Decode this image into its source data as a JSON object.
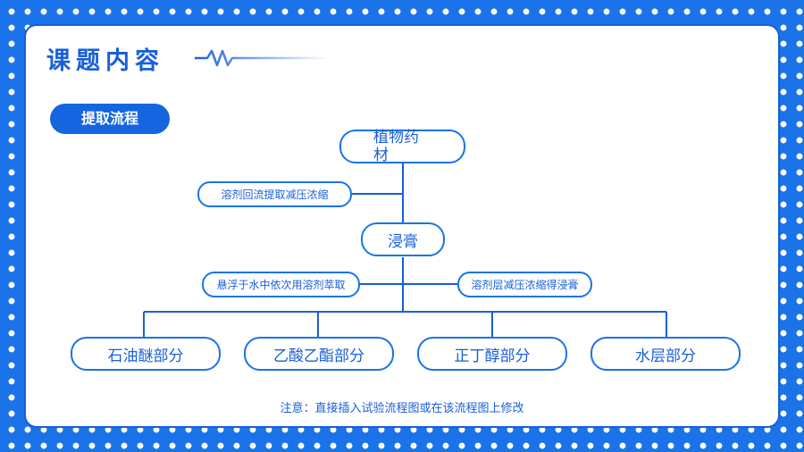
{
  "header": {
    "title": "课题内容"
  },
  "section": {
    "label": "提取流程"
  },
  "flow": {
    "root": "植物药材",
    "step1": "溶剂回流提取减压浓缩",
    "extract": "浸膏",
    "step2_left": "悬浮于水中依次用溶剂萃取",
    "step2_right": "溶剂层减压浓缩得浸膏",
    "fractions": [
      "石油醚部分",
      "乙酸乙酯部分",
      "正丁醇部分",
      "水层部分"
    ]
  },
  "footer": {
    "note": "注意：直接插入试验流程图或在该流程图上修改"
  },
  "colors": {
    "primary": "#1a73e8",
    "dark": "#1a5fd8",
    "background": "#1a73e8"
  }
}
